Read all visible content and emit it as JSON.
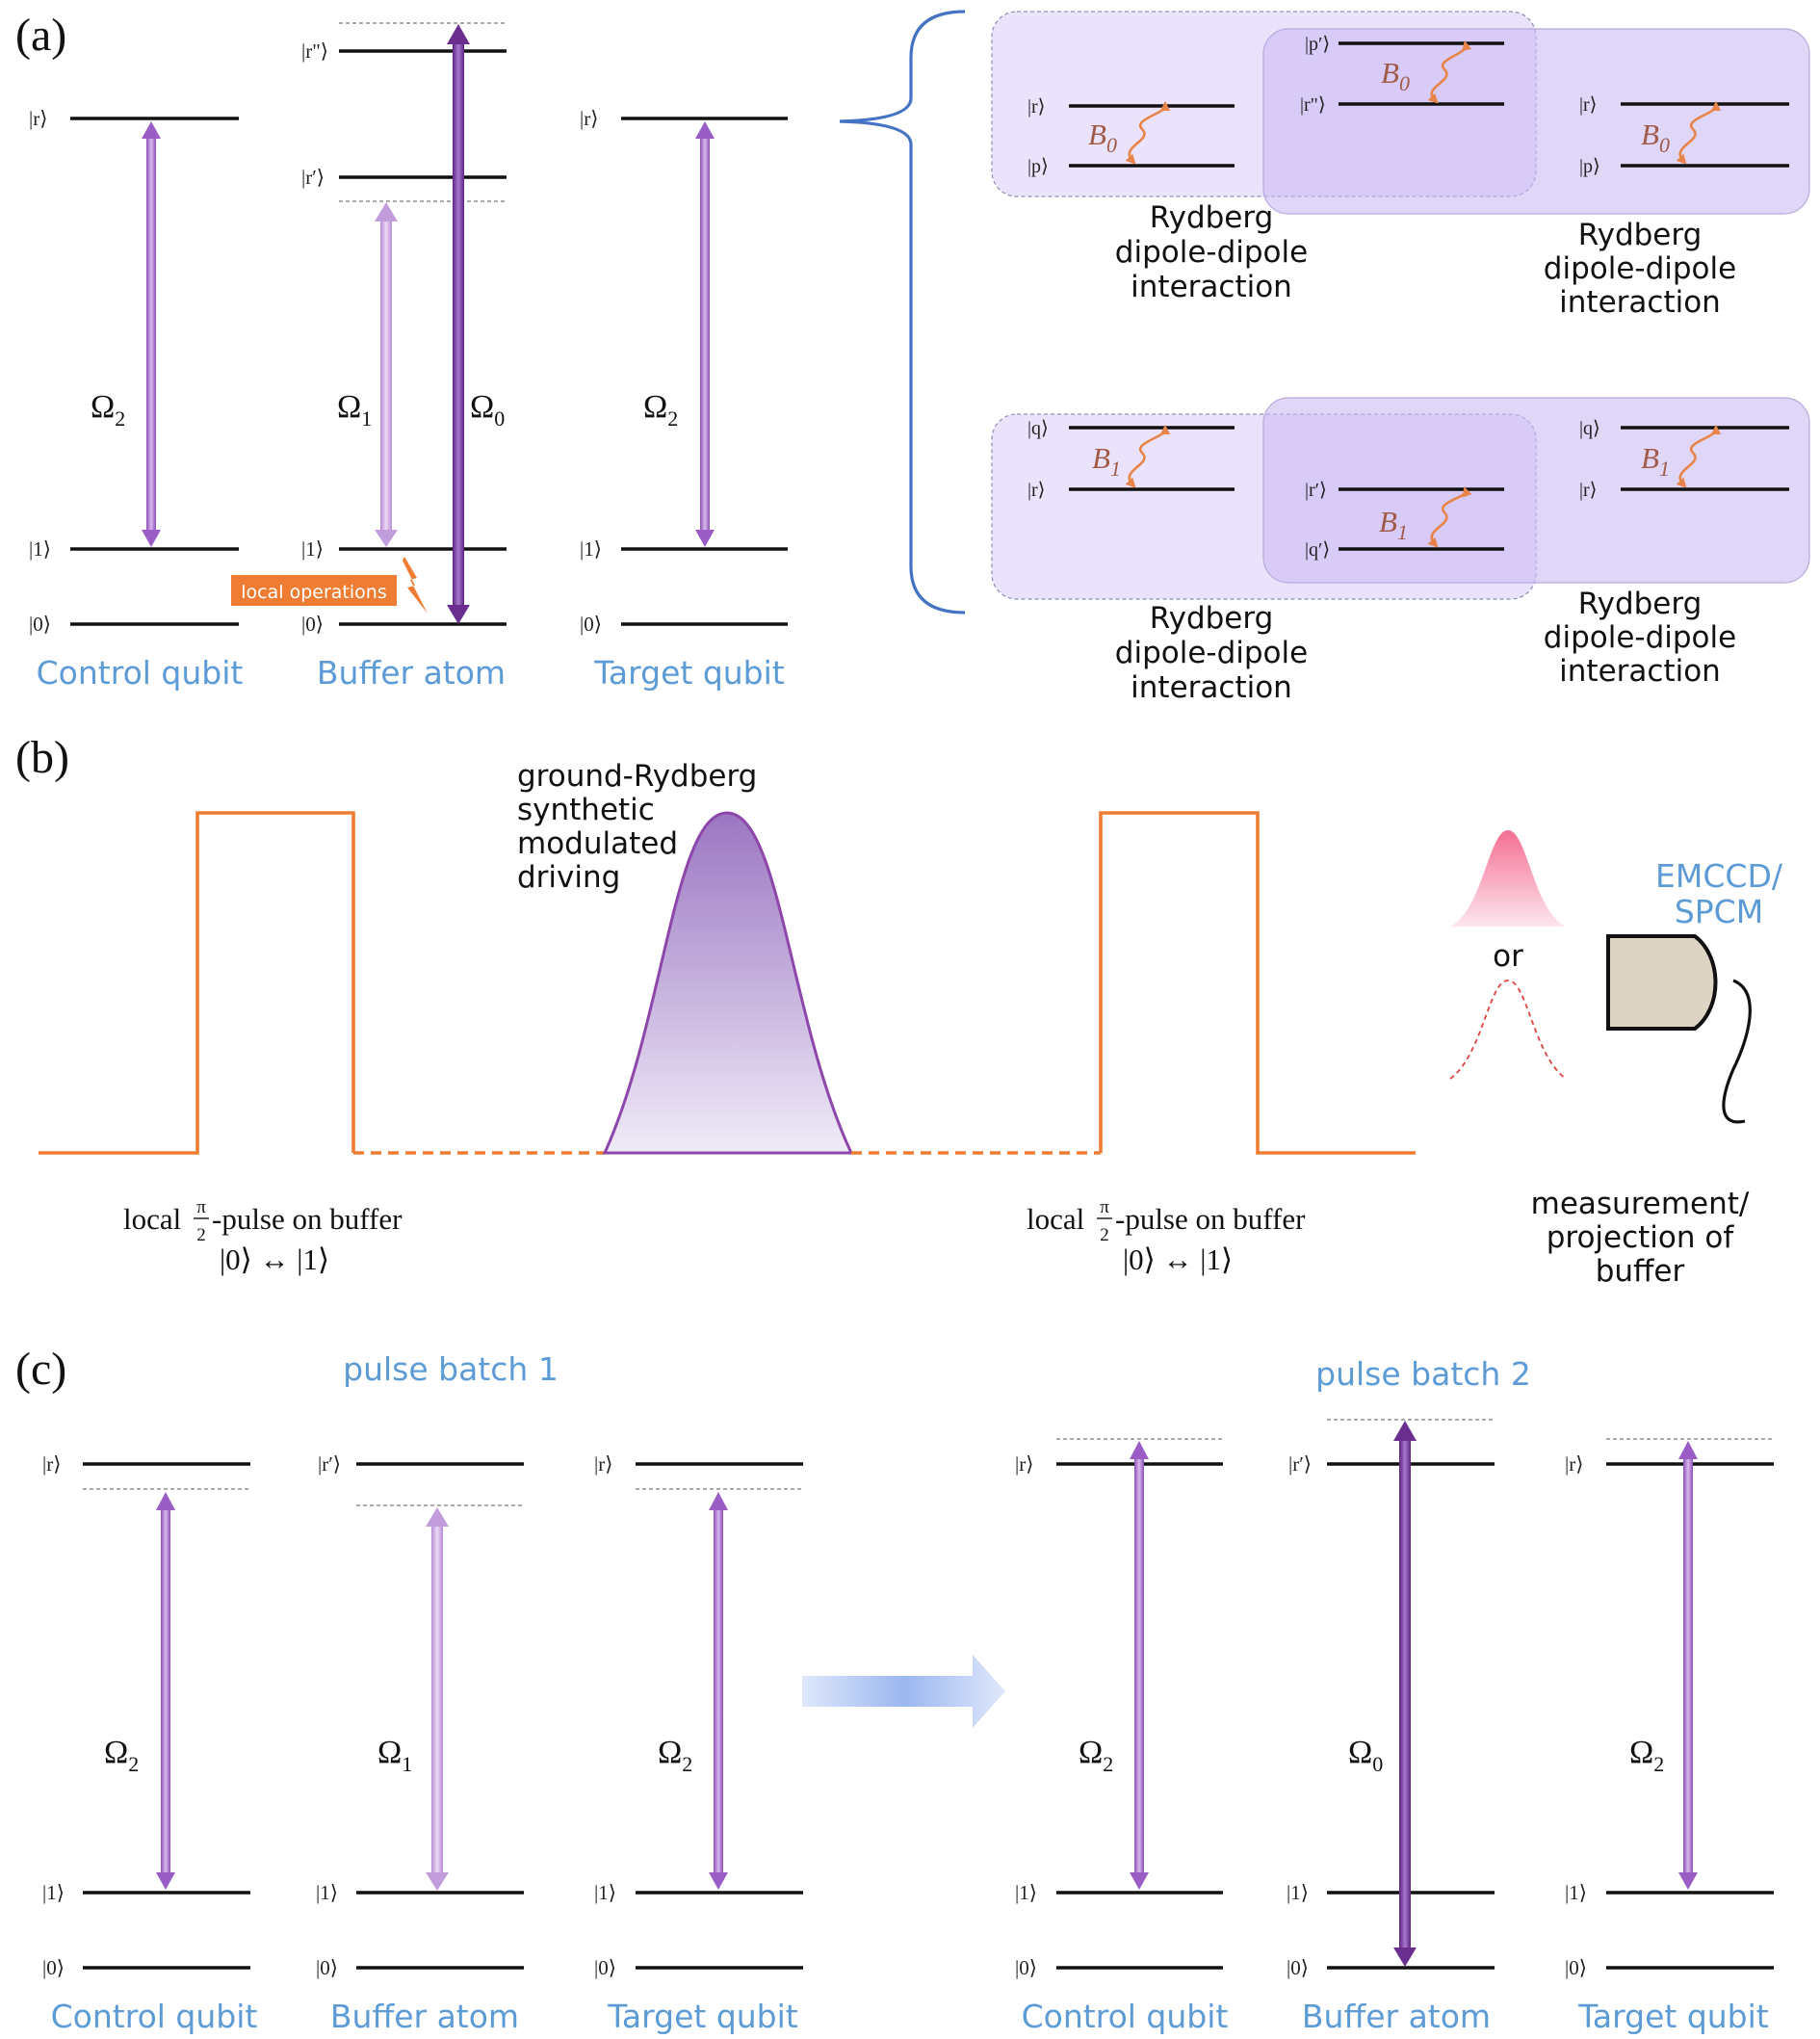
{
  "panels": {
    "a": "(a)",
    "b": "(b)",
    "c": "(c)"
  },
  "kets": {
    "zero": "|0⟩",
    "one": "|1⟩",
    "r": "|r⟩",
    "r_prime": "|r′⟩",
    "r_dprime": "|r\"⟩",
    "p": "|p⟩",
    "p_prime": "|p′⟩",
    "q": "|q⟩",
    "q_prime": "|q′⟩"
  },
  "omegas": {
    "o0": "Ω",
    "o0_sub": "0",
    "o1": "Ω",
    "o1_sub": "1",
    "o2": "Ω",
    "o2_sub": "2"
  },
  "couplings": {
    "b0": "B",
    "b0_sub": "0",
    "b1": "B",
    "b1_sub": "1"
  },
  "captions": {
    "control": "Control qubit",
    "buffer": "Buffer atom",
    "target": "Target qubit"
  },
  "local_operations": "local operations",
  "interaction_label": [
    "Rydberg",
    "dipole-dipole",
    "interaction"
  ],
  "panel_b": {
    "driving": [
      "ground-Rydberg",
      "synthetic",
      "modulated",
      "driving"
    ],
    "pulse_prefix": "local",
    "pi": "π",
    "two": "2",
    "pulse_suffix": "-pulse on buffer",
    "transition": "|0⟩ ↔ |1⟩",
    "or": "or",
    "detector": [
      "EMCCD/",
      "SPCM"
    ],
    "measurement": [
      "measurement/",
      "projection of",
      "buffer"
    ]
  },
  "panel_c": {
    "batch1": "pulse batch 1",
    "batch2": "pulse batch 2"
  },
  "colors": {
    "accent_blue": "#5c9bd5",
    "pulse_orange": "#ee7d33",
    "arrow_purple": "#a05fc8",
    "arrow_dark_purple": "#6a2e8e",
    "highlight_box": "#e7defa",
    "highlight_box_dark": "#d3c3f5",
    "brace_blue": "#4472c4",
    "detector_fill": "#ddd4c4"
  }
}
